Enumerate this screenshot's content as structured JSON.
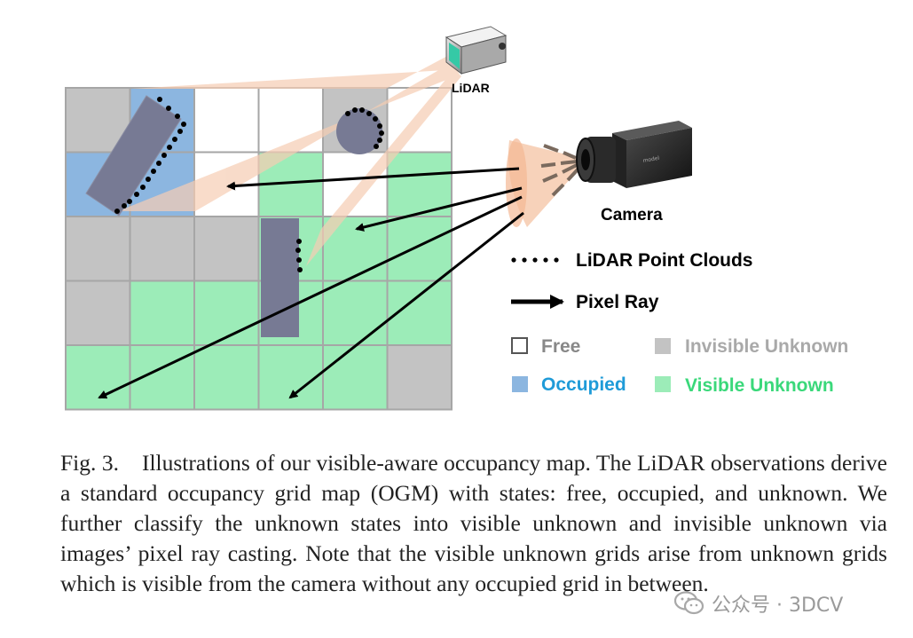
{
  "figure": {
    "grid": {
      "rows": 5,
      "cols": 6,
      "cells": [
        [
          "invisible",
          "occupied",
          "free",
          "free",
          "invisible",
          "free"
        ],
        [
          "occupied",
          "occupied",
          "free",
          "visible",
          "free",
          "visible"
        ],
        [
          "invisible",
          "invisible",
          "invisible",
          "visible",
          "visible",
          "visible"
        ],
        [
          "invisible",
          "visible",
          "visible",
          "visible",
          "visible",
          "visible"
        ],
        [
          "visible",
          "visible",
          "visible",
          "visible",
          "visible",
          "invisible"
        ]
      ]
    },
    "colors": {
      "free": "#ffffff",
      "occupied": "#8cb6e0",
      "invisible": "#c3c3c3",
      "visible": "#9cecb8",
      "grid_line": "#a6a6a6",
      "obstacle": "#777a94",
      "beam": "#f6cdb3",
      "ray": "#000000",
      "occupied_text": "#1f9bd8",
      "visible_text": "#3ad87a",
      "invisible_text": "#a9a9a9"
    },
    "lidar_label": "LiDAR",
    "camera_label": "Camera",
    "legend": {
      "lidar_points": "LiDAR Point Clouds",
      "pixel_ray": "Pixel Ray",
      "free": "Free",
      "invisible_unknown": "Invisible Unknown",
      "occupied": "Occupied",
      "visible_unknown": "Visible Unknown"
    }
  },
  "caption": {
    "fig_num": "Fig. 3.",
    "text": "Illustrations of our visible-aware occupancy map. The LiDAR observations derive a standard occupancy grid map (OGM) with states: free, occupied, and unknown. We further classify the unknown states into visible unknown and invisible unknown via images’ pixel ray casting. Note that the visible unknown grids arise from unknown grids which is visible from the camera without any occupied grid in between."
  },
  "watermark": {
    "icon": "wechat-icon",
    "text": "公众号 · 3DCV"
  }
}
